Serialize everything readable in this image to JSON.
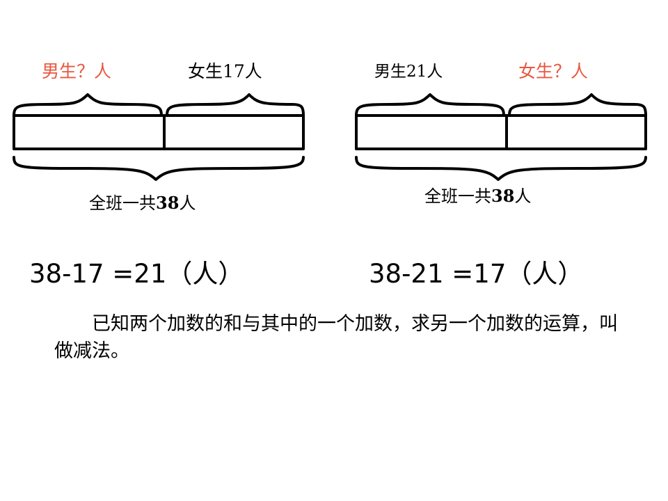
{
  "slide": {
    "diagrams": [
      {
        "id": "left",
        "label_boys": "男生？人",
        "label_girls": "女生17人",
        "boys_unknown": true,
        "girls_unknown": false,
        "total_prefix": "全班一共",
        "total_number": "38",
        "total_suffix": "人"
      },
      {
        "id": "right",
        "label_boys": "男生21人",
        "label_girls": "女生？人",
        "boys_unknown": false,
        "girls_unknown": true,
        "total_prefix": "全班一共",
        "total_number": "38",
        "total_suffix": "人"
      }
    ],
    "equations": [
      {
        "id": "left",
        "text": "38-17 =21（人）"
      },
      {
        "id": "right",
        "text": "38-21 =17（人）"
      }
    ],
    "conclusion": "已知两个加数的和与其中的一个加数，求另一个加数的运算，叫做减法。",
    "colors": {
      "unknown_highlight": "#e8573f",
      "ink": "#000000",
      "background": "#ffffff"
    }
  }
}
